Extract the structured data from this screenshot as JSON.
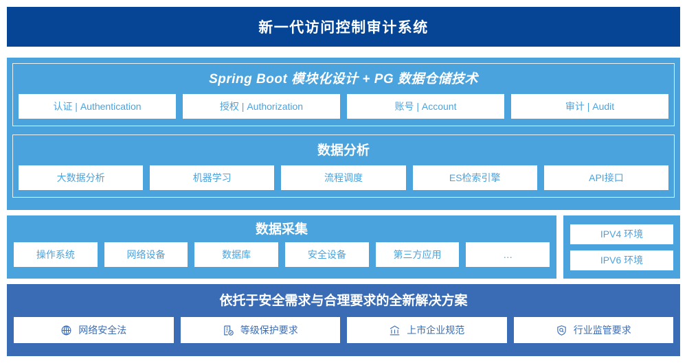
{
  "header": {
    "title": "新一代访问控制审计系统"
  },
  "platform": {
    "spring": {
      "heading": "Spring Boot 模块化设计 + PG 数据仓储技术",
      "chips": [
        {
          "label": "认证 | Authentication"
        },
        {
          "label": "授权 | Authorization"
        },
        {
          "label": "账号 | Account"
        },
        {
          "label": "审计 | Audit"
        }
      ]
    },
    "analysis": {
      "heading": "数据分析",
      "chips": [
        {
          "label": "大数据分析"
        },
        {
          "label": "机器学习"
        },
        {
          "label": "流程调度"
        },
        {
          "label": "ES检索引擎"
        },
        {
          "label": "API接口"
        }
      ]
    }
  },
  "collection": {
    "heading": "数据采集",
    "chips": [
      {
        "label": "操作系统"
      },
      {
        "label": "网络设备"
      },
      {
        "label": "数据库"
      },
      {
        "label": "安全设备"
      },
      {
        "label": "第三方应用"
      },
      {
        "label": "…"
      }
    ]
  },
  "environment": {
    "chips": [
      {
        "label": "IPV4 环境"
      },
      {
        "label": "IPV6 环境"
      }
    ]
  },
  "solution": {
    "heading": "依托于安全需求与合理要求的全新解决方案",
    "chips": [
      {
        "label": "网络安全法",
        "icon": "globe-icon"
      },
      {
        "label": "等级保护要求",
        "icon": "document-check-icon"
      },
      {
        "label": "上市企业规范",
        "icon": "bank-building-icon"
      },
      {
        "label": "行业监管要求",
        "icon": "shield-search-icon"
      }
    ]
  },
  "colors": {
    "title_bar": "#064596",
    "platform": "#4ba3de",
    "solution": "#3a6cb5",
    "chip_background": "#ffffff"
  }
}
